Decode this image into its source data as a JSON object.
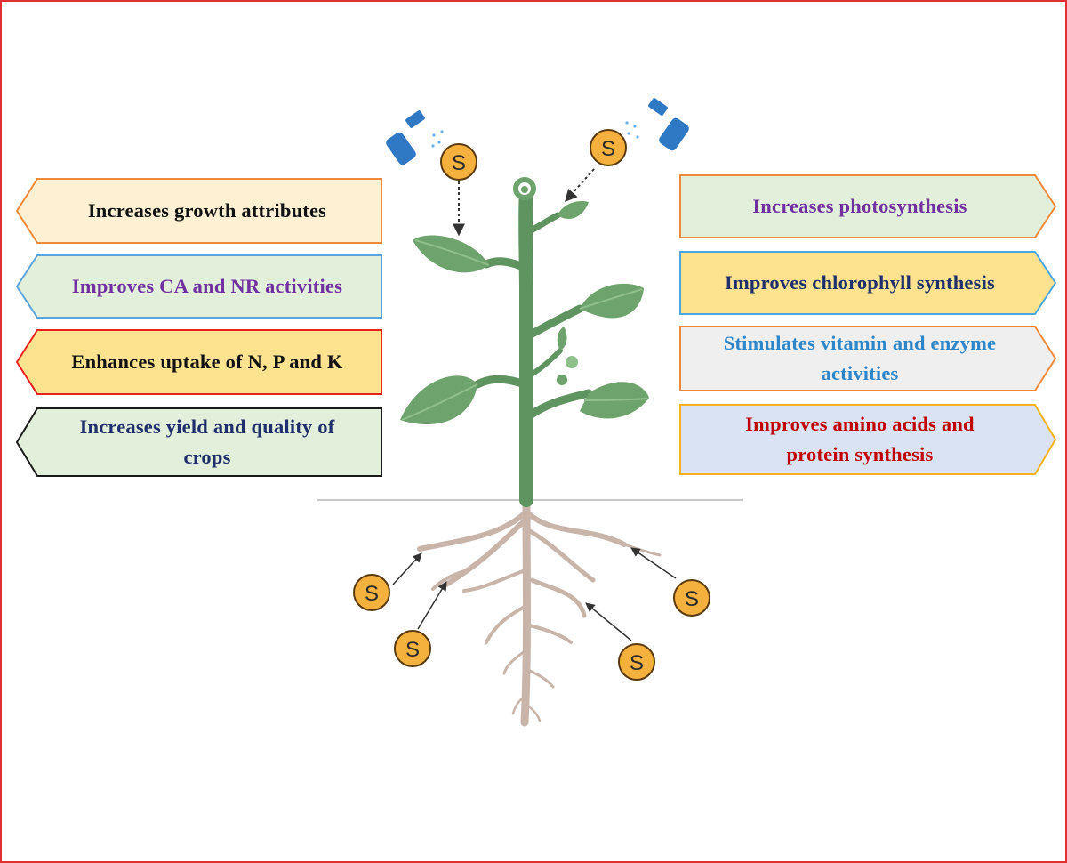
{
  "figure": {
    "sulfur_symbol": "S",
    "left_boxes": [
      {
        "lines": [
          "Increases growth attributes"
        ],
        "fill": "#fdf0d3",
        "border": "#ef8a3a",
        "text_color": "#111111"
      },
      {
        "lines": [
          "Improves CA and NR activities"
        ],
        "fill": "#e2efda",
        "border": "#5ba3dc",
        "text_color": "#7030a0"
      },
      {
        "lines": [
          "Enhances uptake of N, P and K"
        ],
        "fill": "#fde28f",
        "border": "#e8201c",
        "text_color": "#111111"
      },
      {
        "lines": [
          "Increases yield and quality of",
          "crops"
        ],
        "fill": "#e2efda",
        "border": "#1a1a1a",
        "text_color": "#1f2f6b"
      }
    ],
    "right_boxes": [
      {
        "lines": [
          "Increases photosynthesis"
        ],
        "fill": "#e2efda",
        "border": "#ef8a3a",
        "text_color": "#7030a0"
      },
      {
        "lines": [
          "Improves chlorophyll synthesis"
        ],
        "fill": "#fde28f",
        "border": "#4aa6df",
        "text_color": "#1f2f6b"
      },
      {
        "lines": [
          "Stimulates vitamin and enzyme",
          "activities"
        ],
        "fill": "#efefef",
        "border": "#ef8a3a",
        "text_color": "#2e86c9"
      },
      {
        "lines": [
          "Improves amino acids and",
          "protein synthesis"
        ],
        "fill": "#dae3f3",
        "border": "#f5b21a",
        "text_color": "#c00000"
      }
    ],
    "colors": {
      "frame_border": "#e0312f",
      "stem": "#5f9460",
      "leaf": "#6fa36d",
      "leaf_vein": "#8fbf8b",
      "root": "#c9b4aa",
      "sulfur_fill": "#f5b13d",
      "sulfur_border": "#5a3a10",
      "sprayer": "#2f78c4",
      "ground_line": "#c8c8c8"
    }
  }
}
